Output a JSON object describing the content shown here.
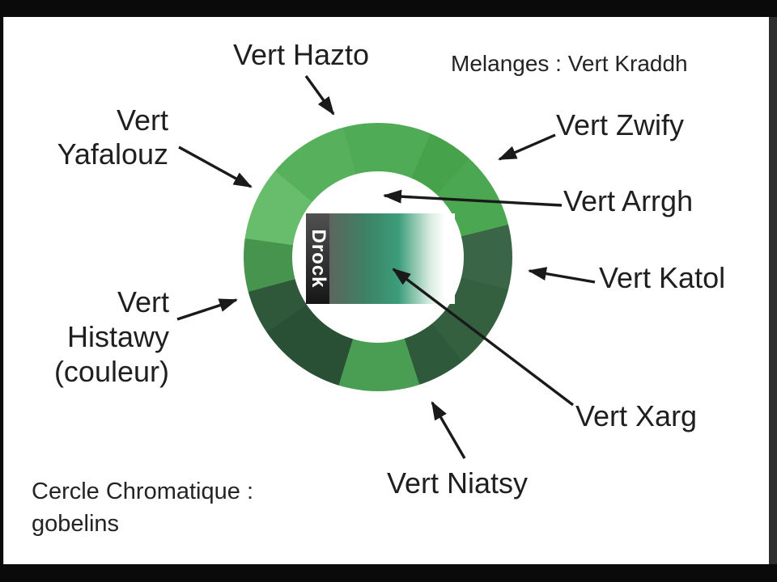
{
  "header": {
    "melanges_note": "Melanges : Vert Kraddh"
  },
  "caption": {
    "line1": "Cercle Chromatique :",
    "line2": "gobelins"
  },
  "labels": {
    "hazto": "Vert Hazto",
    "zwify": "Vert Zwify",
    "arrgh": "Vert Arrgh",
    "katol": "Vert Katol",
    "xarg": "Vert Xarg",
    "niatsy": "Vert Niatsy",
    "yafalouz_line1": "Vert",
    "yafalouz_line2": "Yafalouz",
    "histawy_line1": "Vert",
    "histawy_line2": "Histawy",
    "histawy_line3": "(couleur)",
    "drock": "Drock"
  },
  "wheel": {
    "description": "Donut chromatic circle of green shades, clockwise from top",
    "start_angle_deg": -15,
    "segments": [
      {
        "name": "vert-hazto",
        "color": "#4fab55",
        "sweep_deg": 38
      },
      {
        "name": "unlabeled-1",
        "color": "#46a34c",
        "sweep_deg": 20
      },
      {
        "name": "vert-zwify",
        "color": "#4ba751",
        "sweep_deg": 33
      },
      {
        "name": "vert-katol",
        "color": "#3a6647",
        "sweep_deg": 28
      },
      {
        "name": "unlabeled-2",
        "color": "#34603f",
        "sweep_deg": 37
      },
      {
        "name": "unlabeled-3",
        "color": "#2e5a3b",
        "sweep_deg": 21
      },
      {
        "name": "vert-niatsy",
        "color": "#4a9e53",
        "sweep_deg": 35
      },
      {
        "name": "unlabeled-4",
        "color": "#294f34",
        "sweep_deg": 39
      },
      {
        "name": "unlabeled-5",
        "color": "#2e5839",
        "sweep_deg": 19
      },
      {
        "name": "vert-histawy",
        "color": "#47944f",
        "sweep_deg": 23
      },
      {
        "name": "vert-yafalouz",
        "color": "#68bd6c",
        "sweep_deg": 32
      },
      {
        "name": "unlabeled-6",
        "color": "#57b05c",
        "sweep_deg": 35
      }
    ]
  },
  "center_swatch": {
    "label": "Drock",
    "strip_top_color": "#515151",
    "strip_bottom_color": "#161616",
    "gradient_colors": [
      "#5c665e",
      "#3d8266",
      "#3b9d7a",
      "#d8ebe0",
      "#ffffff"
    ]
  },
  "frame": {
    "bar_color": "#0a0a0a",
    "canvas_color": "#ffffff",
    "text_color": "#1f1f1f"
  }
}
